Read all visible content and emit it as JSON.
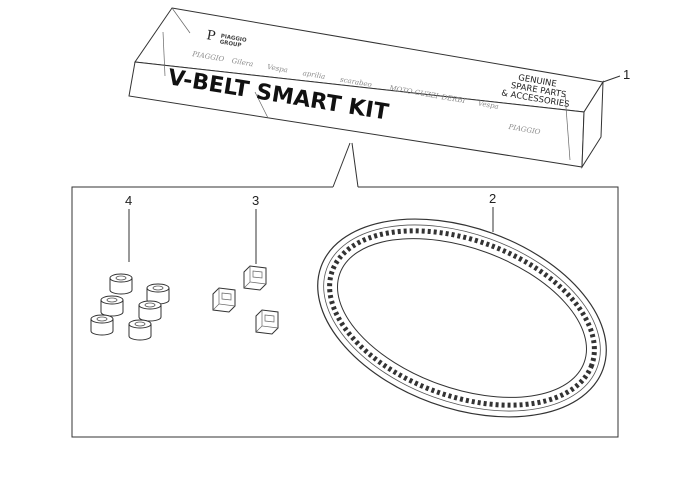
{
  "box": {
    "title": "V-BELT SMART KIT",
    "label_lines": [
      "GENUINE",
      "SPARE PARTS",
      "& ACCESSORIES"
    ],
    "logo_letter": "P",
    "logo_lines": [
      "PIAGGIO",
      "GROUP"
    ],
    "brands": [
      "PIAGGIO",
      "Gilera",
      "Vespa",
      "aprilia",
      "scarabeo",
      "MOTO GUZZI",
      "DERBI",
      "Vespa",
      "PIAGGIO"
    ]
  },
  "callouts": {
    "box": "1",
    "belt": "2",
    "sliders": "3",
    "rollers": "4"
  }
}
